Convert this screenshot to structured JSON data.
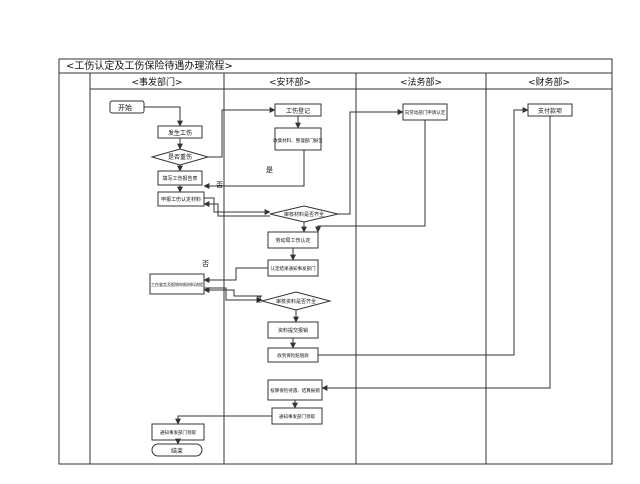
{
  "title": "<工伤认定及工伤保险待遇办理流程>",
  "lanes": [
    {
      "id": "dept",
      "label": "<事发部门>"
    },
    {
      "id": "safety",
      "label": "<安环部>"
    },
    {
      "id": "legal",
      "label": "<法务部>"
    },
    {
      "id": "finance",
      "label": "<财务部>"
    }
  ],
  "nodes": {
    "start": "开始",
    "accident": "发生工伤",
    "decision_minor": "是否重伤",
    "report_injury": "填写工伤报告表",
    "apply_recognition": "申报工伤认定材料",
    "injury_record": "工伤登记",
    "materials_prepare": "收集材料、整理部门报告",
    "legal_apply": "向劳动部门申请认定",
    "review_one": "审核材料是否齐全",
    "labor_recognition": "劳动局工伤认定",
    "result_notify": "认定结果通知事发部门",
    "appraisal_apply": "工伤鉴定及报销申报材料流程",
    "review_two": "审核资料是否齐全",
    "submit_reimburse": "资料提交报销",
    "receive_funds": "收到保险赔偿款",
    "pay_funds": "支付款项",
    "settle": "核算保险待遇、结算报销",
    "notify_dept": "通知事发部门领取",
    "collect": "通知事发部门领取",
    "end": "结束"
  },
  "edge_labels": {
    "yes": "是",
    "no_one": "否",
    "no_two": "否",
    "yes_two": "是"
  }
}
